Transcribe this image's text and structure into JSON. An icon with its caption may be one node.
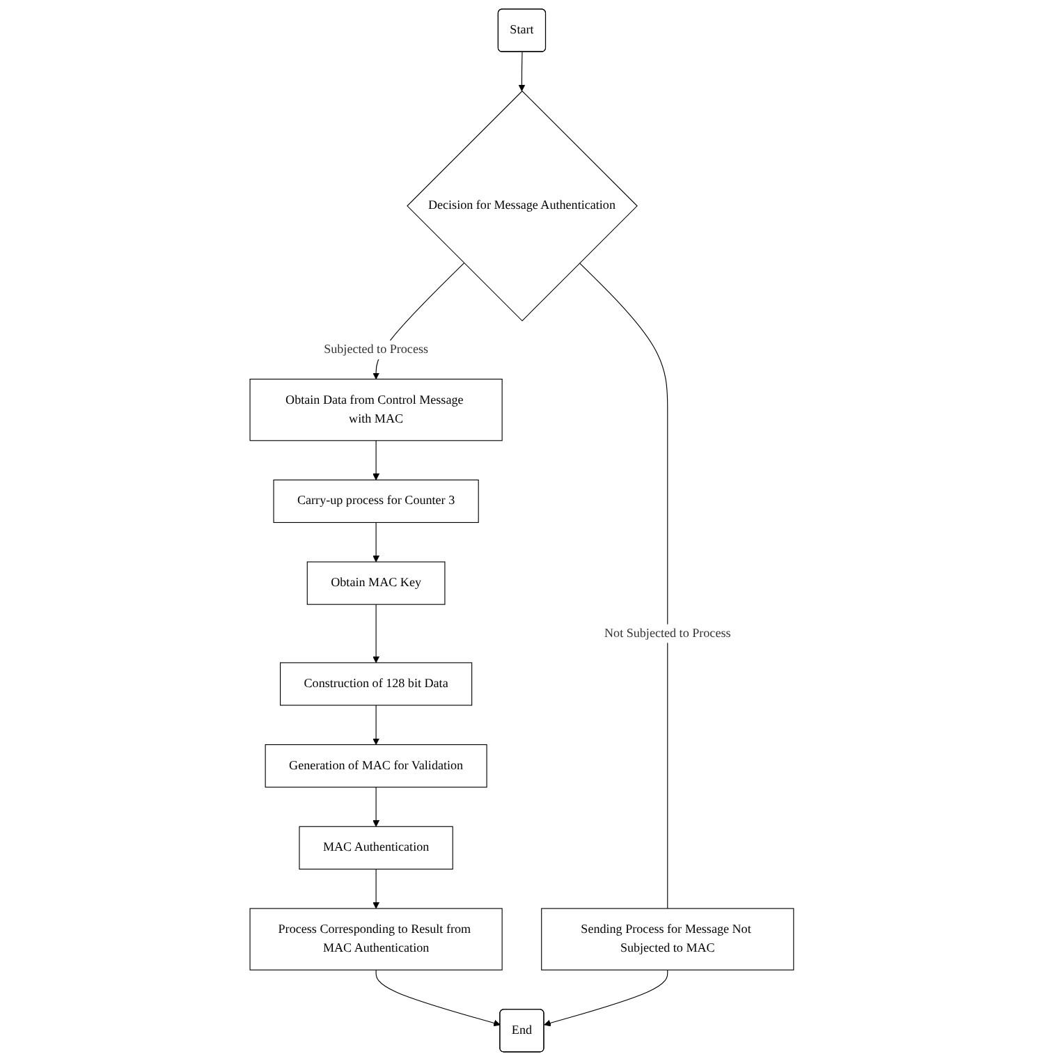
{
  "diagram": {
    "nodes": [
      {
        "text": [
          "Start"
        ]
      },
      {
        "text": [
          "Decision for Message Authentication"
        ]
      },
      {
        "text": [
          "Obtain Data from Control Message with MAC"
        ]
      },
      {
        "text": [
          "Carry-up process for Counter 3"
        ]
      },
      {
        "text": [
          "Obtain MAC Key"
        ]
      },
      {
        "text": [
          "Construction of 128 bit Data"
        ]
      },
      {
        "text": [
          "Generation of MAC for Validation"
        ]
      },
      {
        "text": [
          "MAC Authentication"
        ]
      },
      {
        "text": [
          "Process Corresponding to Result from MAC Authentication"
        ]
      },
      {
        "text": [
          "End"
        ]
      },
      {
        "text": [
          "Sending Process for Message Not Subjected to MAC"
        ]
      }
    ],
    "edges": [
      {
        "from": 0,
        "to": 1,
        "arrow": "to"
      },
      {
        "from": 1,
        "to": 2,
        "arrow": "to",
        "label": "Subjected to Process"
      },
      {
        "from": 2,
        "to": 3,
        "arrow": "to"
      },
      {
        "from": 3,
        "to": 4,
        "arrow": "to"
      },
      {
        "from": 4,
        "to": 5,
        "arrow": "to"
      },
      {
        "from": 5,
        "to": 6,
        "arrow": "to"
      },
      {
        "from": 6,
        "to": 7,
        "arrow": "to"
      },
      {
        "from": 7,
        "to": 8,
        "arrow": "to"
      },
      {
        "from": 8,
        "to": 9,
        "arrow": "to"
      },
      {
        "from": 1,
        "to": 10,
        "arrow": "none",
        "label": "Not Subjected to Process"
      },
      {
        "from": 10,
        "to": 9,
        "arrow": "to"
      }
    ]
  }
}
